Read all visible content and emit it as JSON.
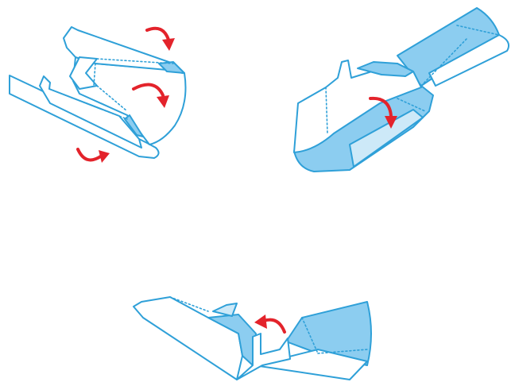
{
  "diagram": {
    "colors": {
      "outline": "#2fa0d8",
      "fill_dark": "#8ccdf0",
      "fill_light": "#cde9f8",
      "arrow": "#e3232b",
      "paper": "#ffffff"
    },
    "steps": [
      {
        "id": "step-1",
        "arrows": 3,
        "arrow_directions": [
          "clockwise",
          "clockwise",
          "counter-clockwise"
        ]
      },
      {
        "id": "step-2",
        "arrows": 1,
        "arrow_directions": [
          "clockwise"
        ]
      },
      {
        "id": "step-3",
        "arrows": 1,
        "arrow_directions": [
          "counter-clockwise"
        ]
      }
    ]
  }
}
